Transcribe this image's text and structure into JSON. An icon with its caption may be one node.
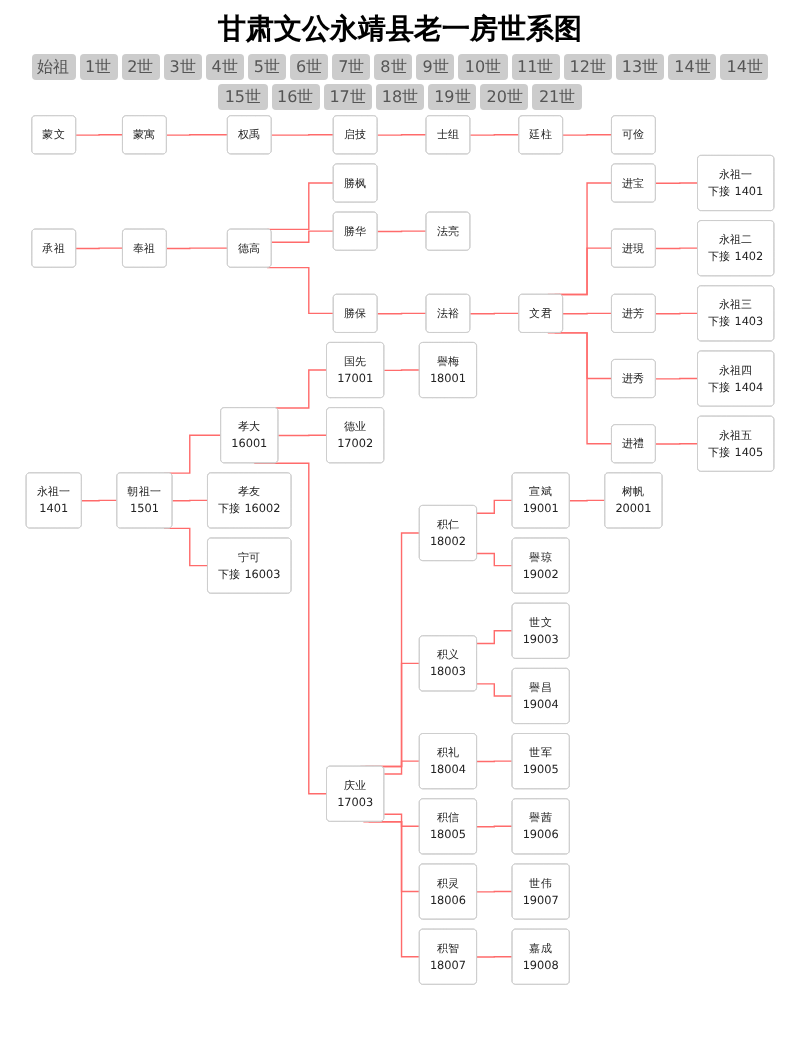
{
  "diagram": {
    "title": "甘肃文公永靖县老一房世系图",
    "nodes": [
      {
        "text": [
          "蒙文"
        ]
      },
      {
        "text": [
          "蒙寓"
        ]
      },
      {
        "text": [
          "权禹"
        ]
      },
      {
        "text": [
          "启技"
        ]
      },
      {
        "text": [
          "士组"
        ]
      },
      {
        "text": [
          "廷柱"
        ]
      },
      {
        "text": [
          "可俭"
        ]
      },
      {
        "text": [
          "承祖"
        ]
      },
      {
        "text": [
          "奉祖"
        ]
      },
      {
        "text": [
          "德高"
        ]
      },
      {
        "text": [
          "勝枫"
        ]
      },
      {
        "text": [
          "勝华"
        ]
      },
      {
        "text": [
          "法亮"
        ]
      },
      {
        "text": [
          "勝保"
        ]
      },
      {
        "text": [
          "法裕"
        ]
      },
      {
        "text": [
          "文君"
        ]
      },
      {
        "text": [
          "进宝"
        ]
      },
      {
        "text": [
          "永祖一",
          "下接 1401"
        ]
      },
      {
        "text": [
          "进現"
        ]
      },
      {
        "text": [
          "永祖二",
          "下接 1402"
        ]
      },
      {
        "text": [
          "进芳"
        ]
      },
      {
        "text": [
          "永祖三",
          "下接 1403"
        ]
      },
      {
        "text": [
          "进秀"
        ]
      },
      {
        "text": [
          "永祖四",
          "下接 1404"
        ]
      },
      {
        "text": [
          "进禮"
        ]
      },
      {
        "text": [
          "永祖五",
          "下接 1405"
        ]
      },
      {
        "text": [
          "永祖一",
          "1401"
        ]
      },
      {
        "text": [
          "朝祖一",
          "1501"
        ]
      },
      {
        "text": [
          "孝大",
          "16001"
        ]
      },
      {
        "text": [
          "国先",
          "17001"
        ]
      },
      {
        "text": [
          "譽梅",
          "18001"
        ]
      },
      {
        "text": [
          "德业",
          "17002"
        ]
      },
      {
        "text": [
          "庆业",
          "17003"
        ]
      },
      {
        "text": [
          "积仁",
          "18002"
        ]
      },
      {
        "text": [
          "宣斌",
          "19001"
        ]
      },
      {
        "text": [
          "树帆",
          "20001"
        ]
      },
      {
        "text": [
          "譽琼",
          "19002"
        ]
      },
      {
        "text": [
          "积义",
          "18003"
        ]
      },
      {
        "text": [
          "世文",
          "19003"
        ]
      },
      {
        "text": [
          "譽昌",
          "19004"
        ]
      },
      {
        "text": [
          "积礼",
          "18004"
        ]
      },
      {
        "text": [
          "世军",
          "19005"
        ]
      },
      {
        "text": [
          "积信",
          "18005"
        ]
      },
      {
        "text": [
          "譽茜",
          "19006"
        ]
      },
      {
        "text": [
          "积灵",
          "18006"
        ]
      },
      {
        "text": [
          "世伟",
          "19007"
        ]
      },
      {
        "text": [
          "积智",
          "18007"
        ]
      },
      {
        "text": [
          "嘉成",
          "19008"
        ]
      },
      {
        "text": [
          "孝友",
          "下接 16002"
        ]
      },
      {
        "text": [
          "宁可",
          "下接 16003"
        ]
      }
    ],
    "edges": [
      {
        "from": 0,
        "to": 1,
        "arrow": "none"
      },
      {
        "from": 1,
        "to": 2,
        "arrow": "none"
      },
      {
        "from": 2,
        "to": 3,
        "arrow": "none"
      },
      {
        "from": 3,
        "to": 4,
        "arrow": "none"
      },
      {
        "from": 4,
        "to": 5,
        "arrow": "none"
      },
      {
        "from": 5,
        "to": 6,
        "arrow": "none"
      },
      {
        "from": 7,
        "to": 8,
        "arrow": "none"
      },
      {
        "from": 8,
        "to": 9,
        "arrow": "none"
      },
      {
        "from": 9,
        "to": 10,
        "arrow": "none"
      },
      {
        "from": 9,
        "to": 11,
        "arrow": "none"
      },
      {
        "from": 11,
        "to": 12,
        "arrow": "none"
      },
      {
        "from": 9,
        "to": 13,
        "arrow": "none"
      },
      {
        "from": 13,
        "to": 14,
        "arrow": "none"
      },
      {
        "from": 14,
        "to": 15,
        "arrow": "none"
      },
      {
        "from": 15,
        "to": 16,
        "arrow": "none"
      },
      {
        "from": 16,
        "to": 17,
        "arrow": "none"
      },
      {
        "from": 15,
        "to": 18,
        "arrow": "none"
      },
      {
        "from": 18,
        "to": 19,
        "arrow": "none"
      },
      {
        "from": 15,
        "to": 20,
        "arrow": "none"
      },
      {
        "from": 20,
        "to": 21,
        "arrow": "none"
      },
      {
        "from": 15,
        "to": 22,
        "arrow": "none"
      },
      {
        "from": 22,
        "to": 23,
        "arrow": "none"
      },
      {
        "from": 15,
        "to": 24,
        "arrow": "none"
      },
      {
        "from": 24,
        "to": 25,
        "arrow": "none"
      },
      {
        "from": 26,
        "to": 27,
        "arrow": "none"
      },
      {
        "from": 27,
        "to": 48,
        "arrow": "none"
      },
      {
        "from": 27,
        "to": 49,
        "arrow": "none"
      },
      {
        "from": 27,
        "to": 28,
        "arrow": "none"
      },
      {
        "from": 28,
        "to": 29,
        "arrow": "none"
      },
      {
        "from": 29,
        "to": 30,
        "arrow": "none"
      },
      {
        "from": 28,
        "to": 31,
        "arrow": "none"
      },
      {
        "from": 28,
        "to": 32,
        "arrow": "none"
      },
      {
        "from": 32,
        "to": 33,
        "arrow": "none"
      },
      {
        "from": 33,
        "to": 34,
        "arrow": "none"
      },
      {
        "from": 34,
        "to": 35,
        "arrow": "none"
      },
      {
        "from": 33,
        "to": 36,
        "arrow": "none"
      },
      {
        "from": 32,
        "to": 37,
        "arrow": "none"
      },
      {
        "from": 37,
        "to": 38,
        "arrow": "none"
      },
      {
        "from": 37,
        "to": 39,
        "arrow": "none"
      },
      {
        "from": 32,
        "to": 40,
        "arrow": "none"
      },
      {
        "from": 40,
        "to": 41,
        "arrow": "none"
      },
      {
        "from": 32,
        "to": 42,
        "arrow": "none"
      },
      {
        "from": 42,
        "to": 43,
        "arrow": "none"
      },
      {
        "from": 32,
        "to": 44,
        "arrow": "none"
      },
      {
        "from": 44,
        "to": 45,
        "arrow": "none"
      },
      {
        "from": 32,
        "to": 46,
        "arrow": "none"
      },
      {
        "from": 46,
        "to": 47,
        "arrow": "none"
      }
    ],
    "labels": [
      "始祖",
      "1世",
      "2世",
      "3世",
      "4世",
      "5世",
      "6世",
      "7世",
      "8世",
      "9世",
      "10世",
      "11世",
      "12世",
      "13世",
      "14世",
      "14世",
      "15世",
      "16世",
      "17世",
      "18世",
      "19世",
      "20世",
      "21世"
    ]
  }
}
